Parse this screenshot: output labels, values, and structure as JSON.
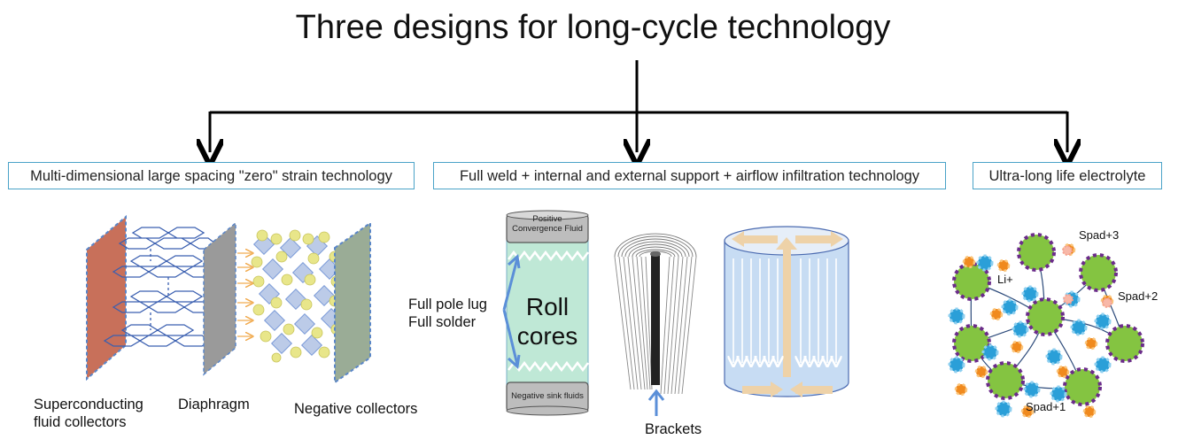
{
  "title": "Three designs for long-cycle technology",
  "boxes": [
    "Multi-dimensional large spacing \"zero\" strain technology",
    "Full weld + internal and external support + airflow infiltration technology",
    "Ultra-long life electrolyte"
  ],
  "labels": {
    "superconducting": "Superconducting\nfluid collectors",
    "diaphragm": "Diaphragm",
    "negative_collectors": "Negative collectors",
    "full_pole": "Full pole lug\nFull solder",
    "positive_fluid": "Positive Convergence Fluid",
    "roll_cores": "Roll\ncores",
    "negative_sink": "Negative sink fluids",
    "brackets": "Brackets",
    "li": "Li+",
    "spad3": "Spad+3",
    "spad2": "Spad+2",
    "spad1": "Spad+1"
  },
  "colors": {
    "box_border": "#4aa3c8",
    "collector": "#c8705a",
    "diaphragm": "#9a9a9a",
    "negative": "#9aac96",
    "core": "#bfe8d6",
    "support_arrow": "#5b8fd8",
    "cylinder": "#c7dcf3",
    "flow_arrow": "#eed2a8",
    "green_particle": "#84c441",
    "purple_ring": "#6b2c8a",
    "blue_particle": "#2a9fd8",
    "orange_particle": "#f08a1e"
  }
}
